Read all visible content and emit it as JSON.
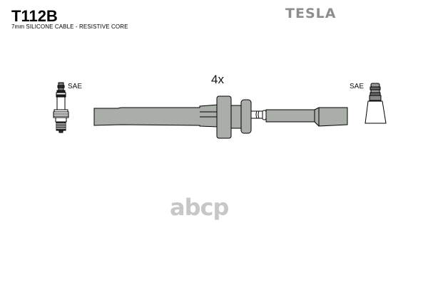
{
  "header": {
    "part_number": "T112B",
    "description": "7mm SILICONE CABLE - RESISTIVE CORE",
    "brand": "TESLA"
  },
  "diagram": {
    "quantity_label": "4x",
    "left_connector": {
      "label": "SAE",
      "icon": "spark-plug-icon"
    },
    "right_connector": {
      "label": "SAE",
      "icon": "coil-boot-icon"
    },
    "cable": {
      "icon": "ignition-cable-icon",
      "color": "#a9aea8"
    }
  },
  "watermark": {
    "text": "abcp"
  }
}
